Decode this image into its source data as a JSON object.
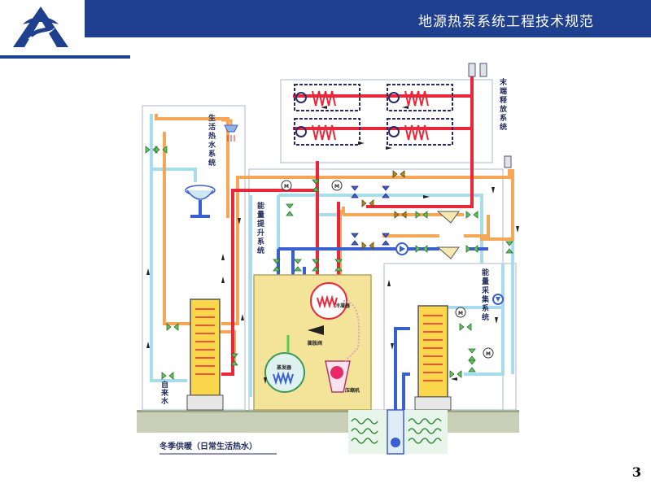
{
  "header": {
    "title": "地源热泵系统工程技术规范"
  },
  "page_number": "3",
  "diagram": {
    "caption": "冬季供暖（日常生活热水）",
    "labels": {
      "hot_water_system": "生活热水系统",
      "terminal_release": "末端释放系统",
      "energy_lift": "能量提升系统",
      "energy_collect": "能量采集系统",
      "tap_water": "自来水",
      "evaporator": "蒸发器",
      "condenser": "冷凝器",
      "expansion_valve": "膨胀阀",
      "compressor": "压缩机",
      "meter": "M"
    },
    "colors": {
      "hot_red": "#e8283a",
      "warm_orange": "#f5a657",
      "cool_blue": "#3a5fd0",
      "light_cyan": "#a7dcec",
      "green": "#5cc75a",
      "brand_blue": "#1f3f8f"
    }
  }
}
